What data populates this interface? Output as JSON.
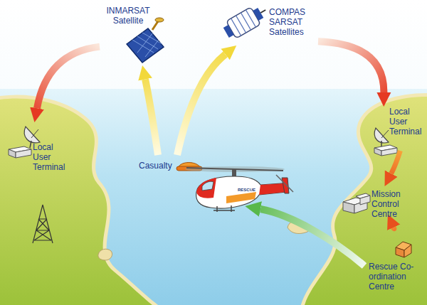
{
  "diagram": {
    "nodes": [
      {
        "text": [
          "INMARSAT Satellite"
        ]
      },
      {
        "text": [
          "COMPAS SARSAT Satellites"
        ]
      },
      {
        "text": [
          "Local User Terminal"
        ]
      },
      {
        "text": [
          "Local User Terminal"
        ]
      },
      {
        "text": [
          "Casualty"
        ]
      },
      {
        "text": [
          "Mission Control Centre"
        ]
      },
      {
        "text": [
          "Rescue Co-ordination Centre"
        ]
      }
    ],
    "edges": [
      {
        "from": 4,
        "to": 0,
        "arrow": "to"
      },
      {
        "from": 4,
        "to": 1,
        "arrow": "to"
      },
      {
        "from": 0,
        "to": 2,
        "arrow": "to"
      },
      {
        "from": 1,
        "to": 3,
        "arrow": "to"
      },
      {
        "from": 3,
        "to": 5,
        "arrow": "to"
      },
      {
        "from": 5,
        "to": 6,
        "arrow": "to"
      }
    ],
    "labels": [
      "RESCUE"
    ]
  }
}
